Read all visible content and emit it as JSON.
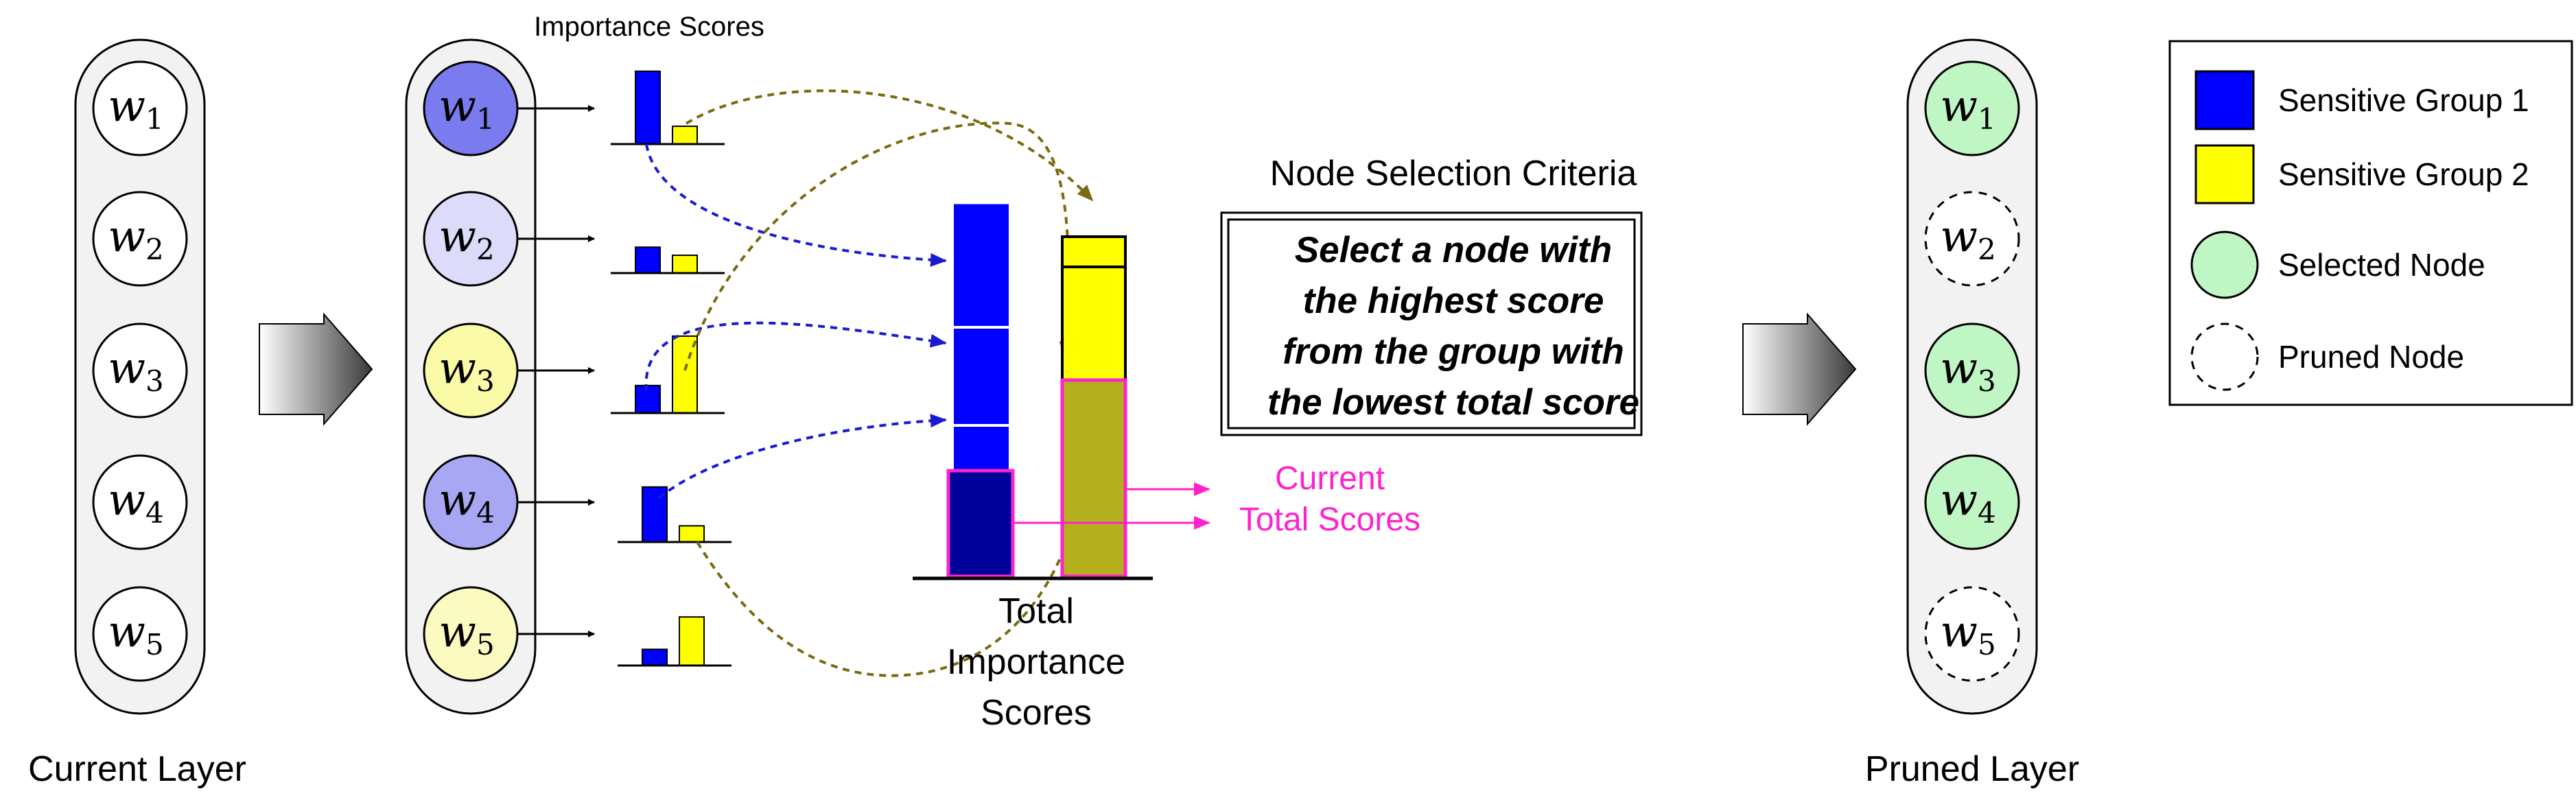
{
  "layers": {
    "current": {
      "label": "Current Layer",
      "nodes": [
        {
          "name": "w",
          "sub": "1"
        },
        {
          "name": "w",
          "sub": "2"
        },
        {
          "name": "w",
          "sub": "3"
        },
        {
          "name": "w",
          "sub": "4"
        },
        {
          "name": "w",
          "sub": "5"
        }
      ]
    },
    "scored": {
      "nodes": [
        {
          "name": "w",
          "sub": "1",
          "color": "#7b7bf0"
        },
        {
          "name": "w",
          "sub": "2",
          "color": "#dcdcfa"
        },
        {
          "name": "w",
          "sub": "3",
          "color": "#fbfaa6"
        },
        {
          "name": "w",
          "sub": "4",
          "color": "#a7a7f4"
        },
        {
          "name": "w",
          "sub": "5",
          "color": "#fbfac0"
        }
      ]
    },
    "pruned": {
      "label": "Pruned Layer",
      "nodes": [
        {
          "name": "w",
          "sub": "1",
          "state": "selected"
        },
        {
          "name": "w",
          "sub": "2",
          "state": "pruned"
        },
        {
          "name": "w",
          "sub": "3",
          "state": "selected"
        },
        {
          "name": "w",
          "sub": "4",
          "state": "selected"
        },
        {
          "name": "w",
          "sub": "5",
          "state": "pruned"
        }
      ]
    }
  },
  "importance_scores": {
    "title": "Importance Scores",
    "per_node": [
      {
        "group1": 0.9,
        "group2": 0.22
      },
      {
        "group1": 0.32,
        "group2": 0.22
      },
      {
        "group1": 0.34,
        "group2": 0.95
      },
      {
        "group1": 0.68,
        "group2": 0.2
      },
      {
        "group1": 0.2,
        "group2": 0.6
      }
    ]
  },
  "total_scores": {
    "label_lines": [
      "Total",
      "Importance",
      "Scores"
    ],
    "group1_segments": [
      0.28,
      0.12,
      0.26,
      0.33
    ],
    "group2_segments": [
      0.28,
      0.13,
      0.41,
      0.08
    ],
    "current_highlight": {
      "group1": 0.28,
      "group2": 0.52
    },
    "current_label_lines": [
      "Current",
      "Total Scores"
    ]
  },
  "criteria": {
    "title": "Node Selection Criteria",
    "lines": [
      "Select a node with",
      "the highest score",
      "from the group with",
      "the lowest total score"
    ]
  },
  "legend": {
    "items": [
      {
        "label": "Sensitive Group 1",
        "symbol": "square",
        "color": "#0000ff"
      },
      {
        "label": "Sensitive Group 2",
        "symbol": "square",
        "color": "#ffff00"
      },
      {
        "label": "Selected Node",
        "symbol": "circle",
        "color": "#c0f5c4"
      },
      {
        "label": "Pruned Node",
        "symbol": "dashed-circle",
        "color": "#ffffff"
      }
    ]
  },
  "colors": {
    "group1": "#0000ff",
    "group2": "#ffff00",
    "group1_dark": "#00009b",
    "group2_dark": "#b4b01d",
    "highlight": "#ff22cc",
    "arrow_blue": "#1a1ad4",
    "arrow_olive": "#7a6a10",
    "selected": "#c0f5c4",
    "layer_bg": "#f2f2f2"
  }
}
